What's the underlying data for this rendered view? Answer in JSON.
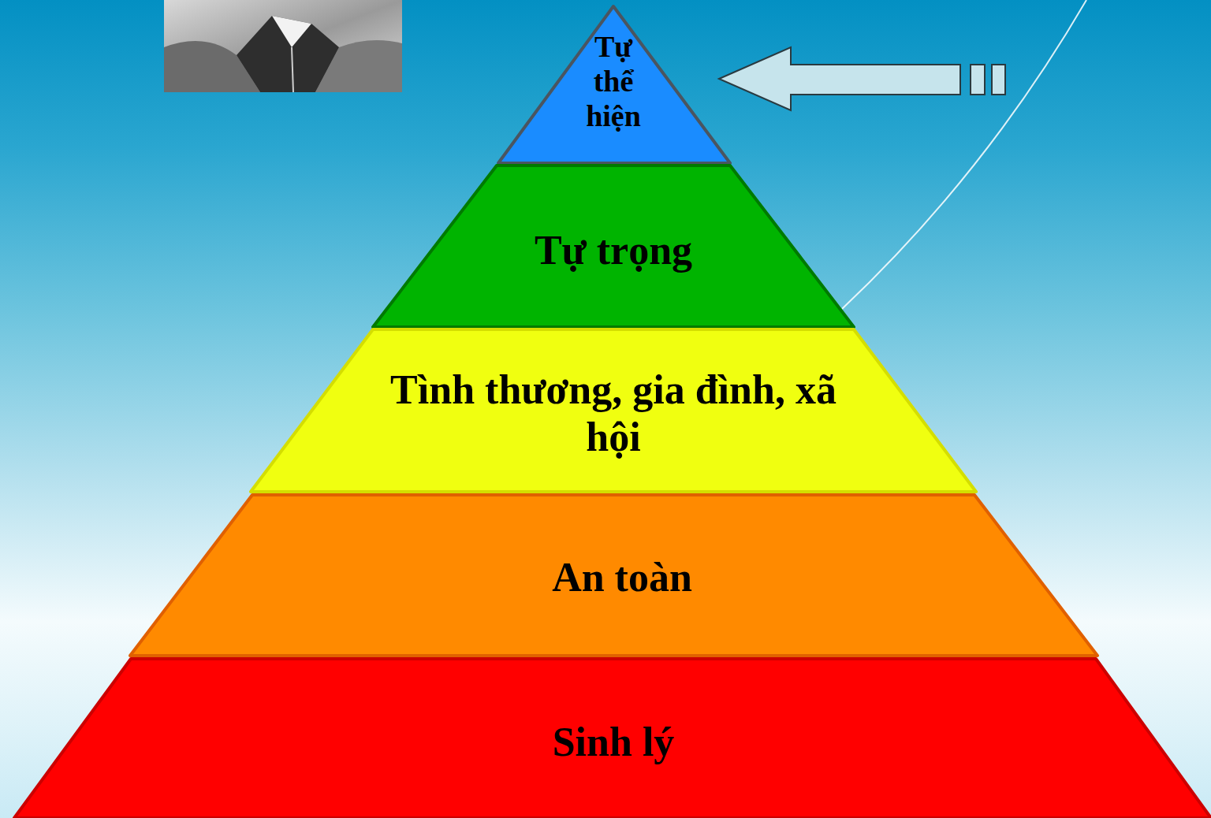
{
  "diagram": {
    "nodes": [
      {
        "text": [
          "Tự thể hiện"
        ]
      },
      {
        "text": [
          "Tự trọng"
        ]
      },
      {
        "text": [
          "Tình thương, gia đình, xã hội"
        ]
      },
      {
        "text": [
          "An toàn"
        ]
      },
      {
        "text": [
          "Sinh lý"
        ]
      }
    ]
  }
}
